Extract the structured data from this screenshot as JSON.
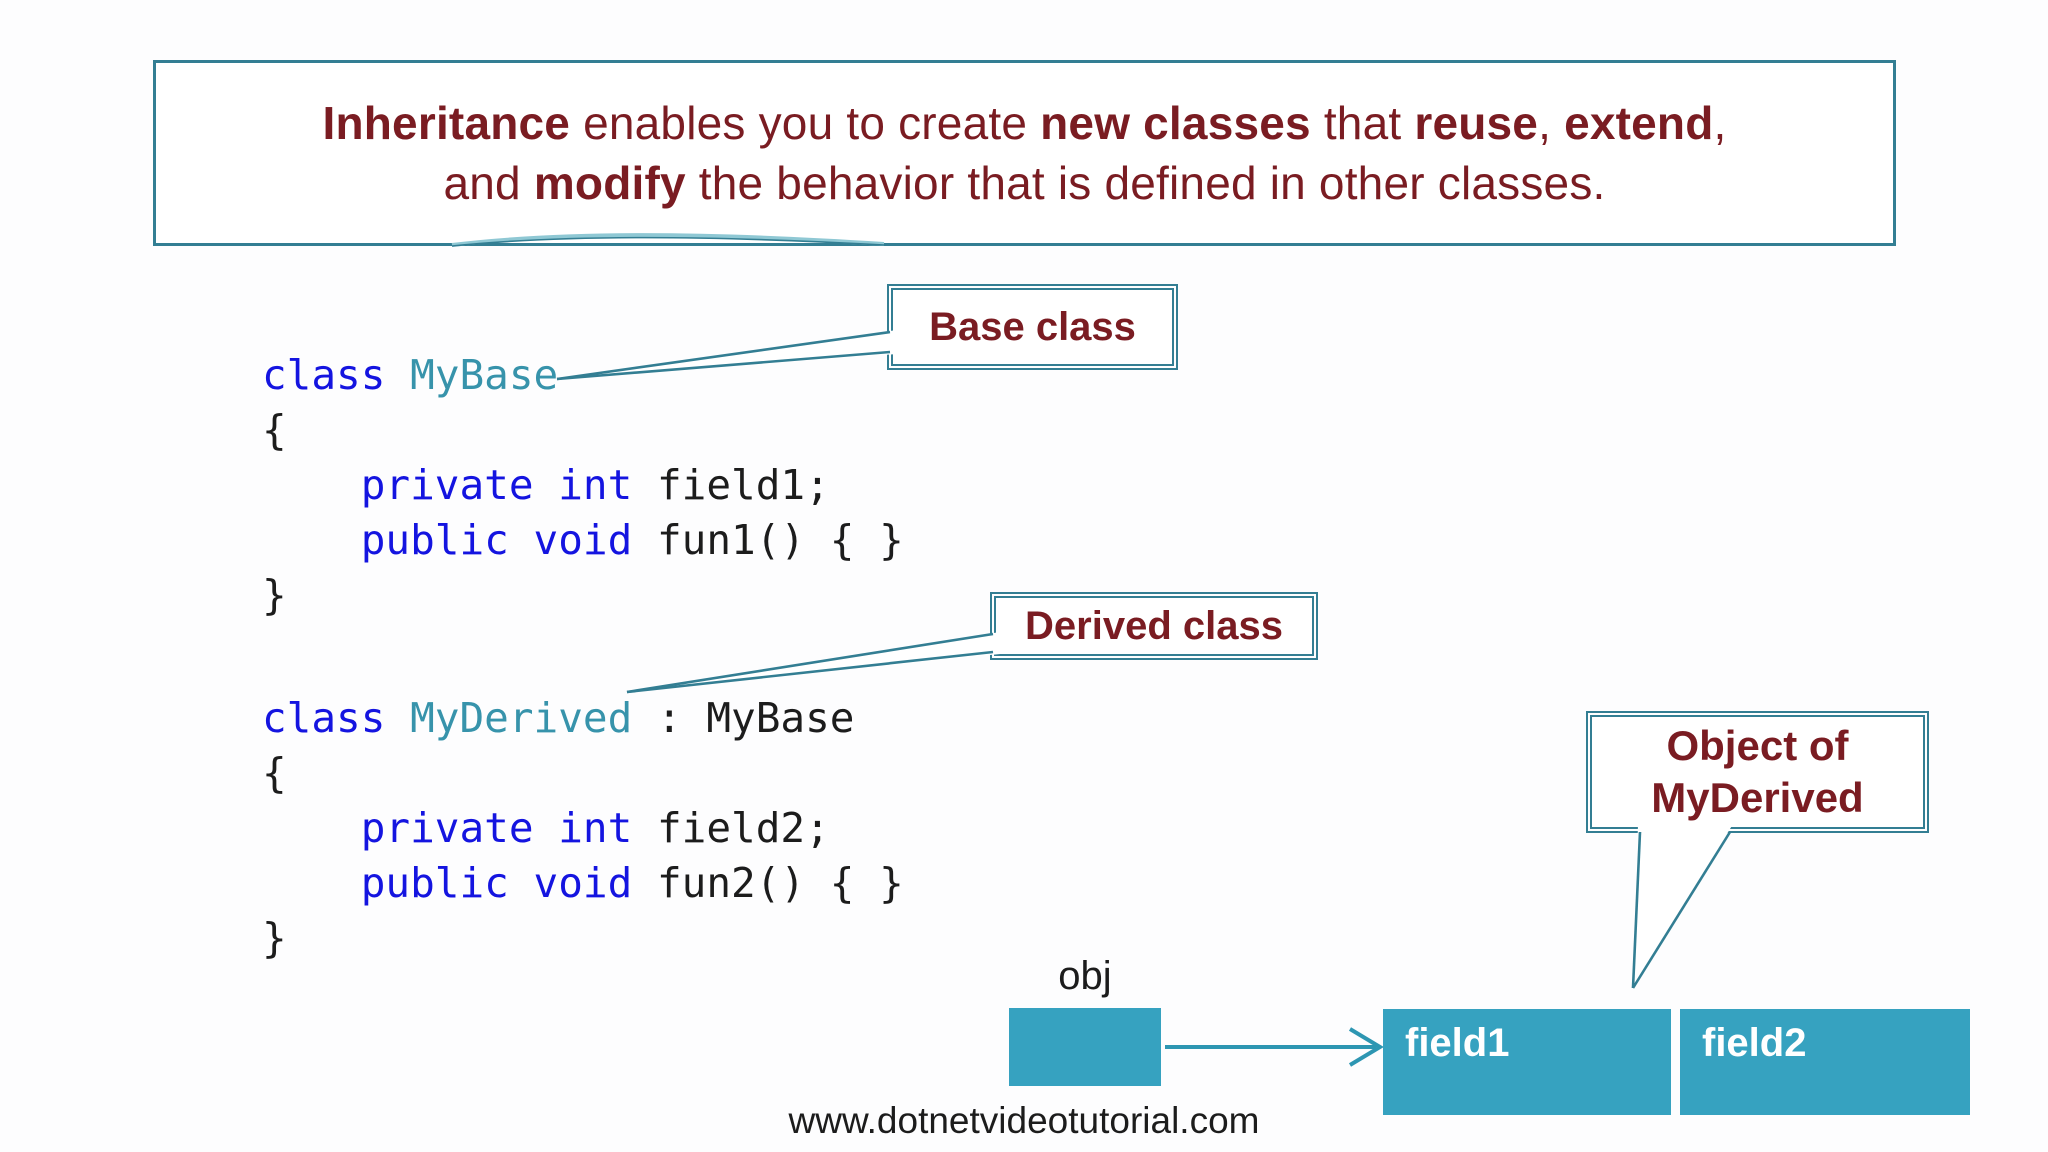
{
  "colors": {
    "teal_border": "#337E93",
    "teal_fill": "#36A2C0",
    "teal_arrow": "#2D96B2",
    "maroon_text": "#7A1C22",
    "code_keyword_blue": "#1414E0",
    "code_classname_teal": "#3793AB"
  },
  "title": {
    "line1": [
      [
        "b",
        "Inheritance"
      ],
      [
        "r",
        " enables you to create "
      ],
      [
        "b",
        "new classes"
      ],
      [
        "r",
        " that "
      ],
      [
        "b",
        "reuse"
      ],
      [
        "r",
        ", "
      ],
      [
        "b",
        "extend"
      ],
      [
        "r",
        ","
      ]
    ],
    "line2": [
      [
        "r",
        "and "
      ],
      [
        "b",
        "modify"
      ],
      [
        "r",
        " the behavior that is defined in other classes."
      ]
    ]
  },
  "callouts": {
    "base_class": {
      "label": "Base class"
    },
    "derived_class": {
      "label": "Derived class"
    },
    "object_of_derived": {
      "line1": "Object of",
      "line2": "MyDerived"
    }
  },
  "code_blocks": {
    "my_base": [
      [
        [
          "kw",
          "class "
        ],
        [
          "cls",
          "MyBase"
        ]
      ],
      [
        [
          "pl",
          "{"
        ]
      ],
      [
        [
          "pl",
          "    "
        ],
        [
          "kw",
          "private int"
        ],
        [
          "pl",
          " field1;"
        ]
      ],
      [
        [
          "pl",
          "    "
        ],
        [
          "kw",
          "public void"
        ],
        [
          "pl",
          " fun1() { }"
        ]
      ],
      [
        [
          "pl",
          "}"
        ]
      ]
    ],
    "my_derived": [
      [
        [
          "kw",
          "class "
        ],
        [
          "cls",
          "MyDerived"
        ],
        [
          "pl",
          " : MyBase"
        ]
      ],
      [
        [
          "pl",
          "{"
        ]
      ],
      [
        [
          "pl",
          "    "
        ],
        [
          "kw",
          "private int"
        ],
        [
          "pl",
          " field2;"
        ]
      ],
      [
        [
          "pl",
          "    "
        ],
        [
          "kw",
          "public void"
        ],
        [
          "pl",
          " fun2() { }"
        ]
      ],
      [
        [
          "pl",
          "}"
        ]
      ]
    ]
  },
  "memory_diagram": {
    "obj_label": "obj",
    "fields": [
      {
        "label": "field1"
      },
      {
        "label": "field2"
      }
    ]
  },
  "footer": {
    "website": "www.dotnetvideotutorial.com"
  }
}
